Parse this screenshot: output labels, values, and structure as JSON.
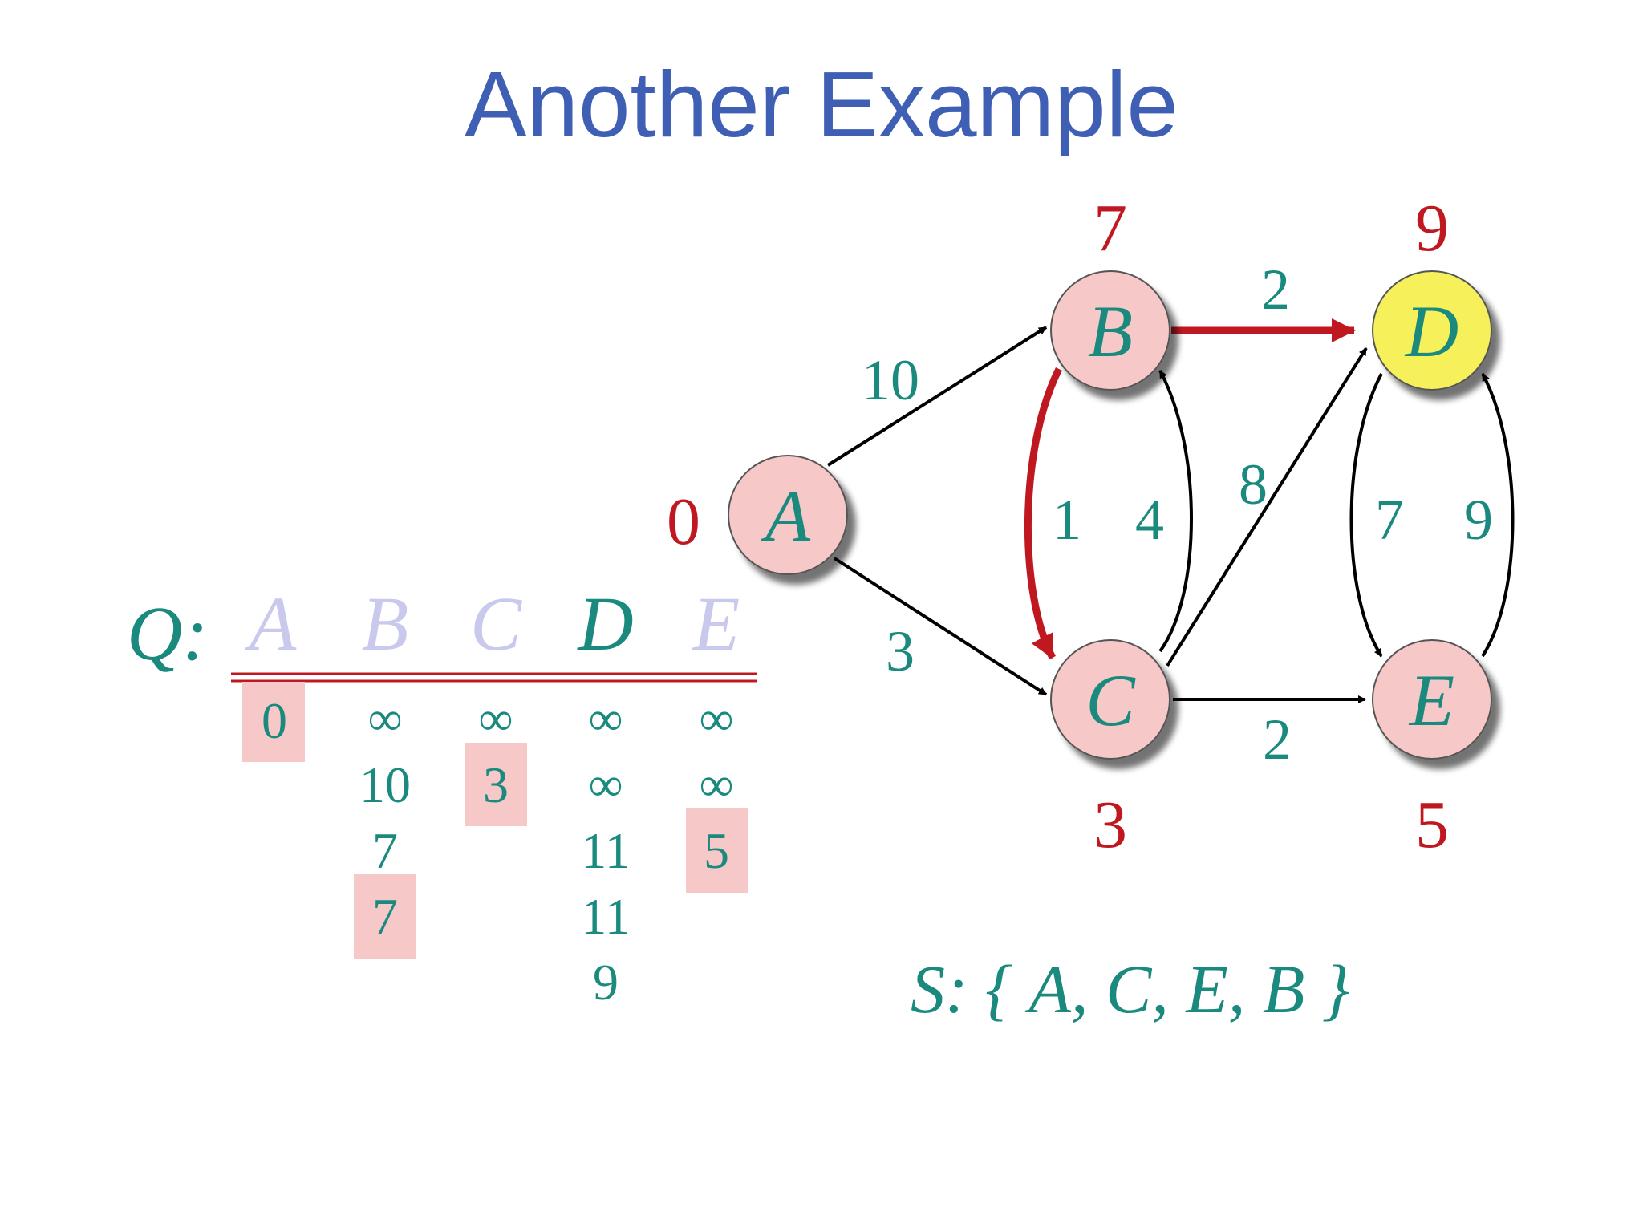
{
  "title": "Another Example",
  "queue": {
    "label": "Q:",
    "headers": [
      {
        "letter": "A",
        "state": "removed"
      },
      {
        "letter": "B",
        "state": "removed"
      },
      {
        "letter": "C",
        "state": "removed"
      },
      {
        "letter": "D",
        "state": "active"
      },
      {
        "letter": "E",
        "state": "removed"
      }
    ],
    "columns": [
      {
        "values": [
          "0"
        ],
        "highlighted_row": 0
      },
      {
        "values": [
          "∞",
          "10",
          "7",
          "7"
        ],
        "highlighted_row": 3
      },
      {
        "values": [
          "∞",
          "3"
        ],
        "highlighted_row": 1
      },
      {
        "values": [
          "∞",
          "∞",
          "11",
          "11",
          "9"
        ],
        "highlighted_row": null
      },
      {
        "values": [
          "∞",
          "∞",
          "5"
        ],
        "highlighted_row": 2
      }
    ]
  },
  "graph": {
    "nodes": [
      {
        "id": "A",
        "label": "A",
        "distance": "0",
        "fill": "#f7c8c8"
      },
      {
        "id": "B",
        "label": "B",
        "distance": "7",
        "fill": "#f7c8c8"
      },
      {
        "id": "C",
        "label": "C",
        "distance": "3",
        "fill": "#f7c8c8"
      },
      {
        "id": "D",
        "label": "D",
        "distance": "9",
        "fill": "#f6f05a"
      },
      {
        "id": "E",
        "label": "E",
        "distance": "5",
        "fill": "#f7c8c8"
      }
    ],
    "edges": [
      {
        "from": "A",
        "to": "B",
        "weight": "10",
        "highlighted": false
      },
      {
        "from": "A",
        "to": "C",
        "weight": "3",
        "highlighted": false
      },
      {
        "from": "B",
        "to": "C",
        "weight": "1",
        "highlighted": true
      },
      {
        "from": "C",
        "to": "B",
        "weight": "4",
        "highlighted": false
      },
      {
        "from": "B",
        "to": "D",
        "weight": "2",
        "highlighted": true
      },
      {
        "from": "C",
        "to": "D",
        "weight": "8",
        "highlighted": false
      },
      {
        "from": "C",
        "to": "E",
        "weight": "2",
        "highlighted": false
      },
      {
        "from": "D",
        "to": "E",
        "weight": "7",
        "highlighted": false
      },
      {
        "from": "E",
        "to": "D",
        "weight": "9",
        "highlighted": false
      }
    ]
  },
  "settled_set": "S: { A, C, E, B }",
  "colors": {
    "title": "#3f5fb5",
    "teal_text": "#1a8a7e",
    "red_text": "#c01821",
    "highlight_box": "#f7c8c8",
    "node_fill": "#f7c8c8",
    "current_node_fill": "#f6f05a",
    "faded_letter": "#c9c9ee"
  }
}
